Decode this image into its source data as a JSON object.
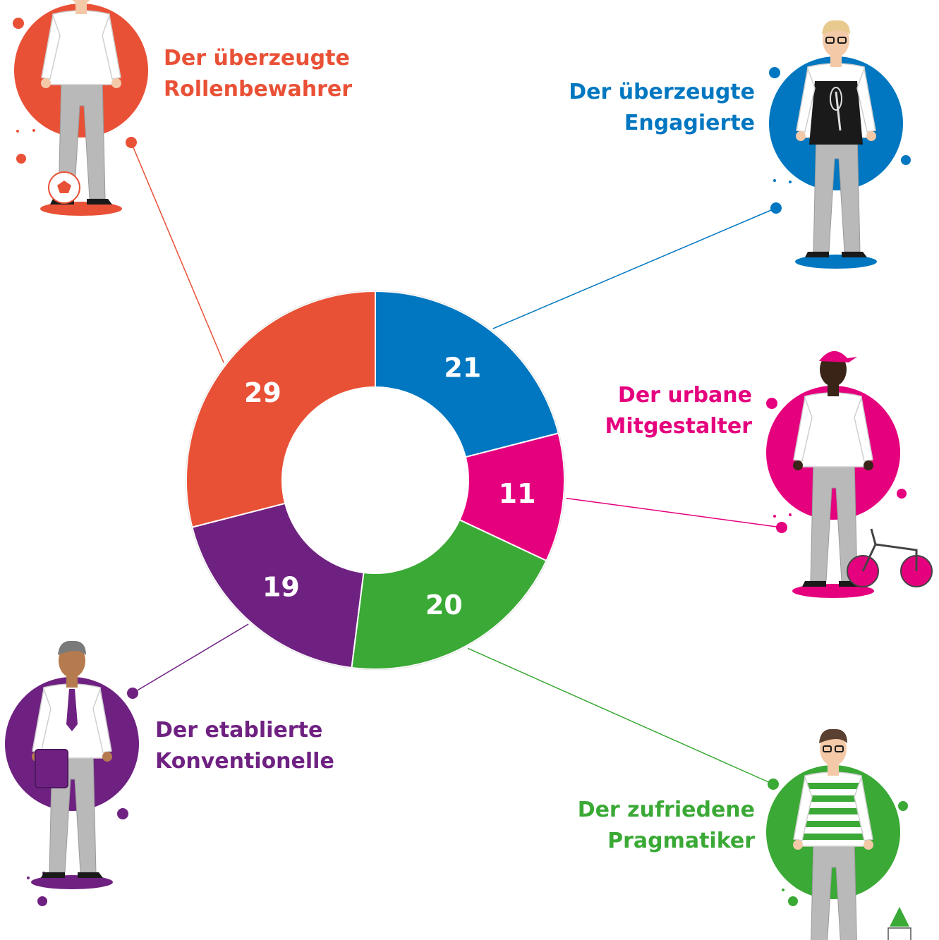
{
  "chart_data": {
    "type": "pie",
    "variant": "donut",
    "title": "",
    "slices": [
      {
        "label": "Der überzeugte Engagierte",
        "lines": [
          "Der überzeugte",
          "Engagierte"
        ],
        "value": 21,
        "color": "#0077c0"
      },
      {
        "label": "Der urbane Mitgestalter",
        "lines": [
          "Der urbane",
          "Mitgestalter"
        ],
        "value": 11,
        "color": "#e5007e"
      },
      {
        "label": "Der zufriedene Pragmatiker",
        "lines": [
          "Der zufriedene",
          "Pragmatiker"
        ],
        "value": 20,
        "color": "#3aa935"
      },
      {
        "label": "Der etablierte Konventionelle",
        "lines": [
          "Der etablierte",
          "Konventionelle"
        ],
        "value": 19,
        "color": "#6f2182"
      },
      {
        "label": "Der überzeugte Rollenbewahrer",
        "lines": [
          "Der überzeugte",
          "Rollenbewahrer"
        ],
        "value": 29,
        "color": "#e95137"
      }
    ],
    "legend": "callouts-around"
  },
  "icons": [
    "person-illustration-icon",
    "soccer-ball-icon",
    "whisk-icon",
    "balance-bike-icon",
    "folder-icon",
    "toy-blocks-icon"
  ]
}
